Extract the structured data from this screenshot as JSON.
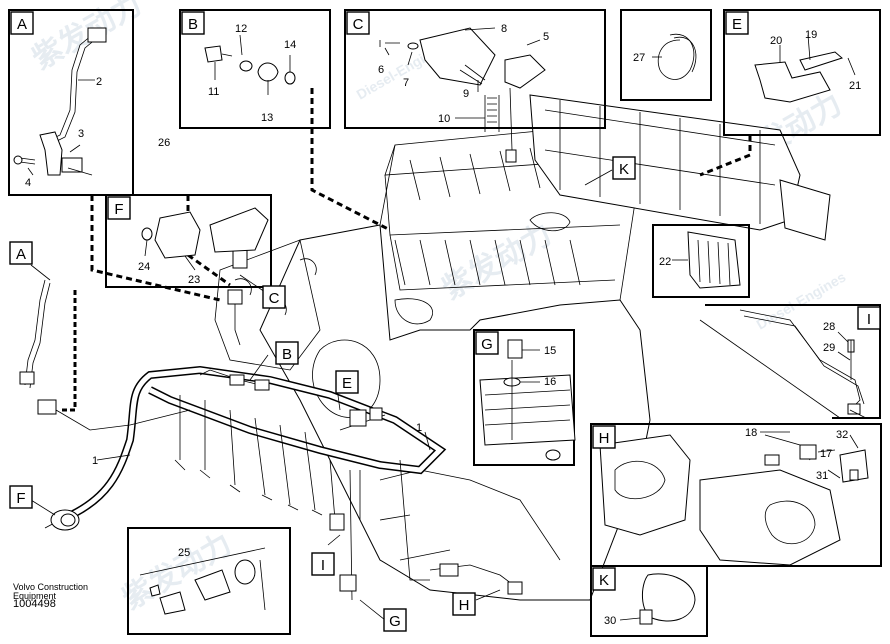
{
  "caption": {
    "line1": "Volvo Construction",
    "line2": "Equipment",
    "doc_number": "1004498"
  },
  "watermark": {
    "cn": "紫发动力",
    "en": "Diesel-Engines",
    "color": "#b9c9da"
  },
  "detail_tags": [
    "A",
    "B",
    "C",
    "E",
    "F",
    "G",
    "H",
    "I",
    "K"
  ],
  "callouts": [
    "1",
    "2",
    "3",
    "4",
    "5",
    "6",
    "7",
    "8",
    "9",
    "10",
    "11",
    "12",
    "13",
    "14",
    "15",
    "16",
    "17",
    "18",
    "19",
    "20",
    "21",
    "22",
    "23",
    "24",
    "25",
    "26",
    "27",
    "28",
    "29",
    "30",
    "31",
    "32"
  ]
}
